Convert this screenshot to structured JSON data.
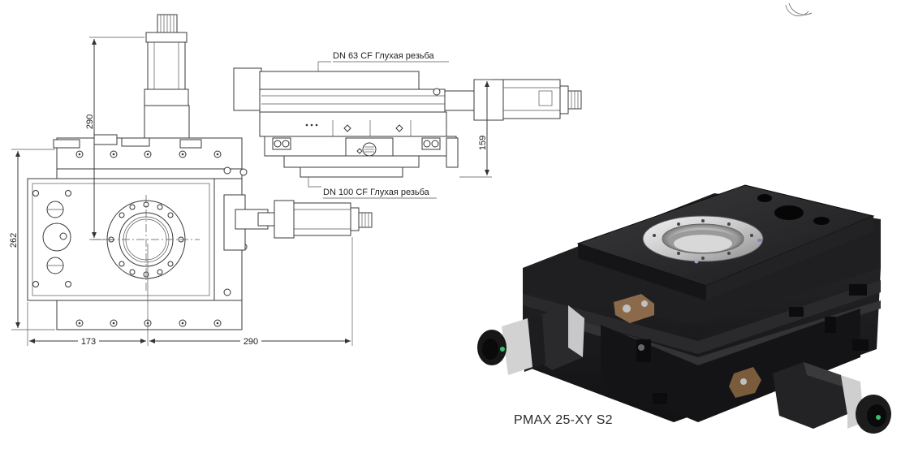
{
  "drawing": {
    "top_view": {
      "dim_vertical_motor": "290",
      "dim_height": "262",
      "dim_left_width": "173",
      "dim_right_width": "290"
    },
    "side_view": {
      "top_flange_callout": "DN 63 CF Глухая резьба",
      "bottom_flange_callout": "DN 100 CF Глухая резьба",
      "dim_height": "159"
    },
    "render": {
      "product_name": "PMAX 25-XY S2"
    }
  }
}
